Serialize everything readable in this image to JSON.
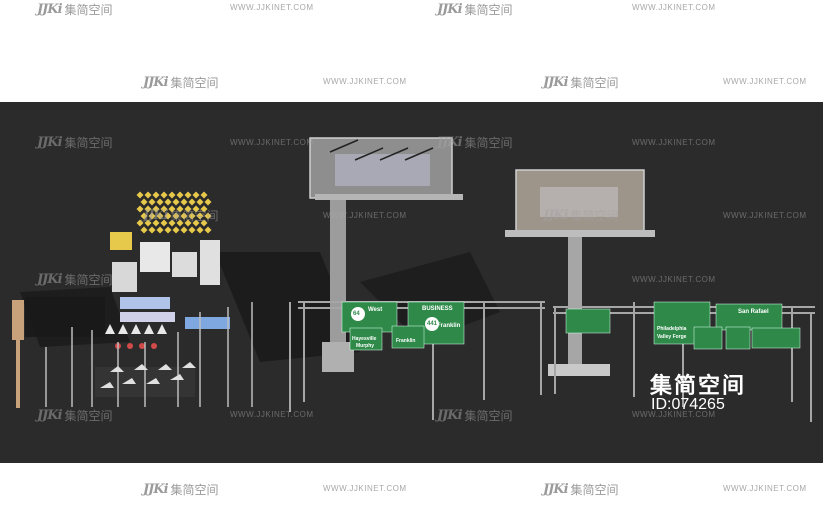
{
  "watermark": {
    "logo_mark": "JJKi",
    "logo_text": "集简空间",
    "url": "WWW.JJKINET.COM"
  },
  "branding": {
    "name": "集简空间",
    "id": "ID:074265"
  },
  "signs": {
    "west": "West",
    "route_64": "64",
    "business": "BUSINESS",
    "route_441": "441",
    "franklin": "Franklin",
    "hayesville": "Hayesville",
    "murphy": "Murphy",
    "san_rafael": "San Rafael",
    "philadelphia": "Philadelphia",
    "valley_forge": "Valley Forge"
  },
  "colors": {
    "background": "#2b2b2b",
    "sign_green": "#2f8a4a",
    "diamond_yellow": "#e6c84a",
    "structure_grey": "#9a9a9a"
  }
}
